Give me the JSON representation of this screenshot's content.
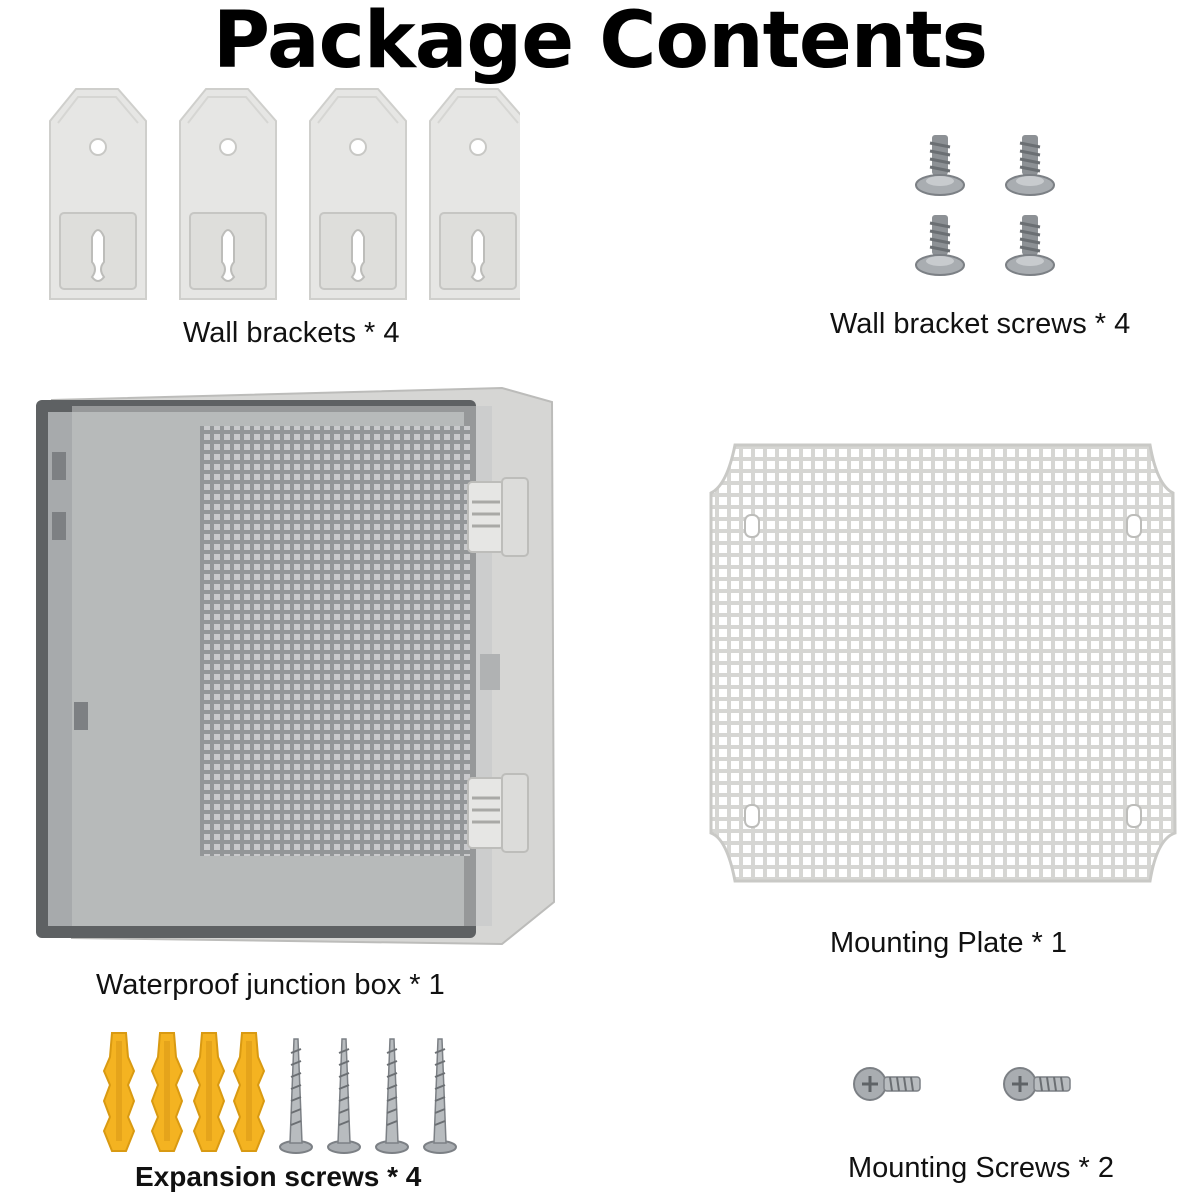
{
  "title": "Package Contents",
  "items": {
    "wall_brackets": {
      "label": "Wall brackets * 4"
    },
    "wall_bracket_screws": {
      "label": "Wall bracket screws * 4"
    },
    "junction_box": {
      "label": "Waterproof junction box * 1"
    },
    "mounting_plate": {
      "label": "Mounting Plate * 1"
    },
    "expansion_screws": {
      "label": "Expansion screws * 4"
    },
    "mounting_screws": {
      "label": "Mounting Screws * 2"
    }
  },
  "colors": {
    "bracket": "#e6e6e4",
    "box_body": "#d4d4d2",
    "box_lid": "#8e9193",
    "plate": "#f2f2f0",
    "anchor": "#f4b321",
    "screw": "#a9adb1"
  }
}
